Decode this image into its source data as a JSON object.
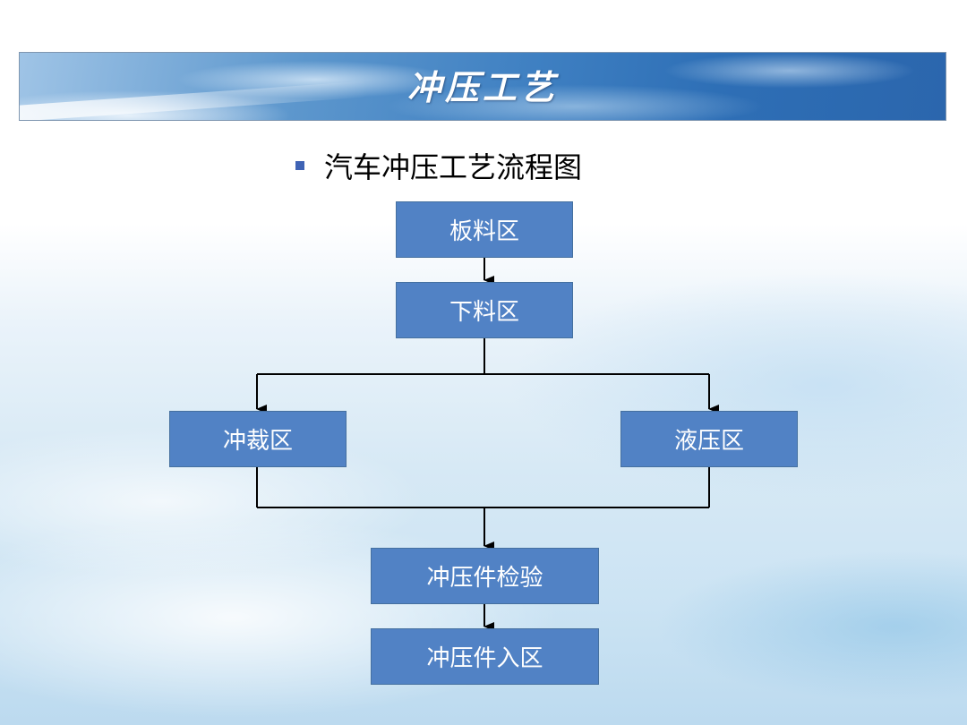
{
  "title": "冲压工艺",
  "bullet": {
    "text": "汽车冲压工艺流程图",
    "color": "#3f63b5"
  },
  "flowchart": {
    "box_color": "#5182c5",
    "nodes": {
      "sheet_area": "板料区",
      "blanking_area": "下料区",
      "punching_area": "冲裁区",
      "hydraulic_area": "液压区",
      "inspection": "冲压件检验",
      "storage": "冲压件入区"
    },
    "edges": [
      [
        "sheet_area",
        "blanking_area"
      ],
      [
        "blanking_area",
        "punching_area"
      ],
      [
        "blanking_area",
        "hydraulic_area"
      ],
      [
        "punching_area",
        "inspection"
      ],
      [
        "hydraulic_area",
        "inspection"
      ],
      [
        "inspection",
        "storage"
      ]
    ]
  }
}
